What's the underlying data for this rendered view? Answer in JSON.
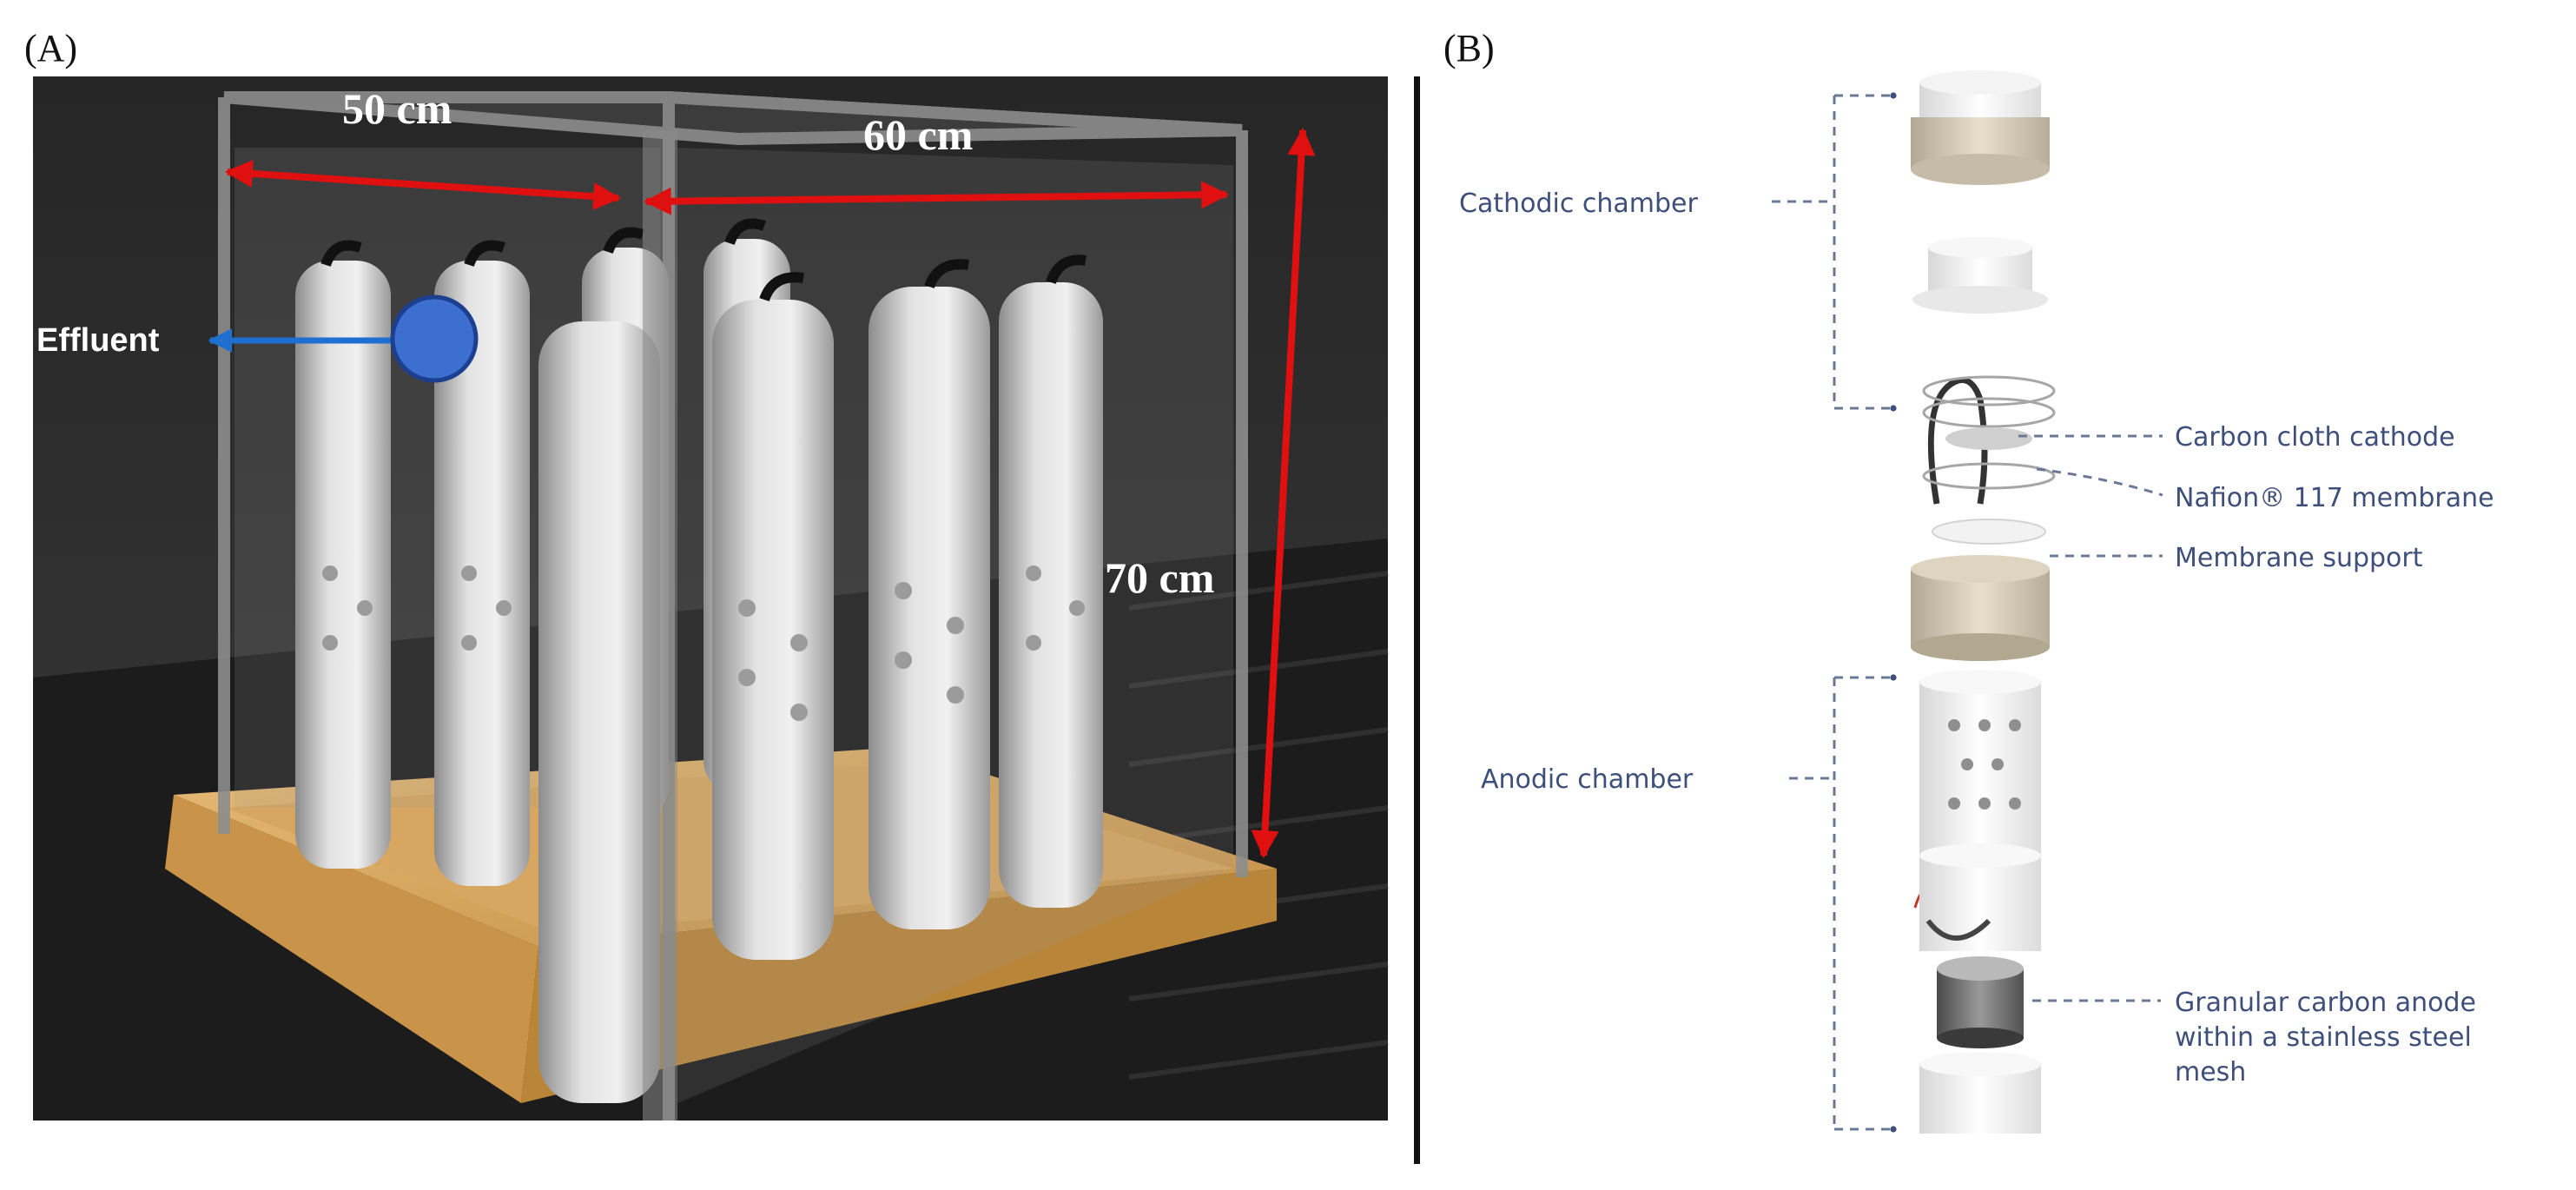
{
  "panels": {
    "a": {
      "label": "(A)",
      "dimensions": {
        "width": "50 cm",
        "depth": "60 cm",
        "height": "70 cm"
      },
      "effluent": "Effluent"
    },
    "b": {
      "label": "(B)",
      "callouts": {
        "cathodic_chamber": "Cathodic chamber",
        "carbon_cloth_cathode": "Carbon cloth cathode",
        "nafion_membrane": "Nafion® 117 membrane",
        "membrane_support": "Membrane support",
        "anodic_chamber": "Anodic chamber",
        "anode_line1": "Granular carbon anode",
        "anode_line2": "within a stainless steel",
        "anode_line3": "mesh"
      }
    }
  },
  "colors": {
    "dimension_arrow": "#e01010",
    "effluent_arrow": "#1e6fd0",
    "effluent_marker": "#3d6fd1",
    "callout_text": "#3d4f7a",
    "wood": "#d8a85e",
    "scene_background": "#2e2e2e"
  }
}
